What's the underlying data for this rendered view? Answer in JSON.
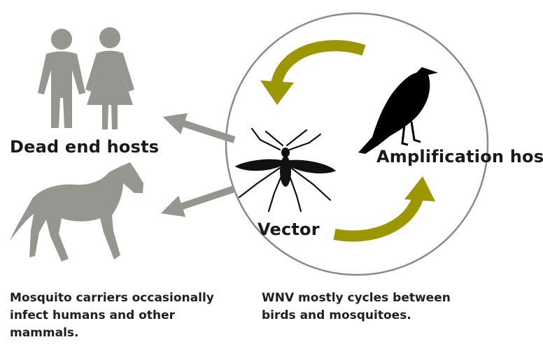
{
  "diagram": {
    "labels": {
      "dead_end_hosts": "Dead end hosts",
      "amplification_host": "Amplification host",
      "vector": "Vector"
    },
    "captions": {
      "left": [
        "Mosquito carriers occasionally",
        "infect humans and other",
        "mammals."
      ],
      "right": [
        "WNV mostly cycles between",
        "birds and mosquitoes."
      ]
    },
    "colors": {
      "figure_gray": "#969691",
      "cycle_arrow": "#9c9600",
      "circle_stroke": "#8a8a8a",
      "text": "#1a1a1a"
    },
    "icons": [
      "human-male-icon",
      "human-female-icon",
      "horse-icon",
      "bird-icon",
      "mosquito-icon"
    ]
  }
}
